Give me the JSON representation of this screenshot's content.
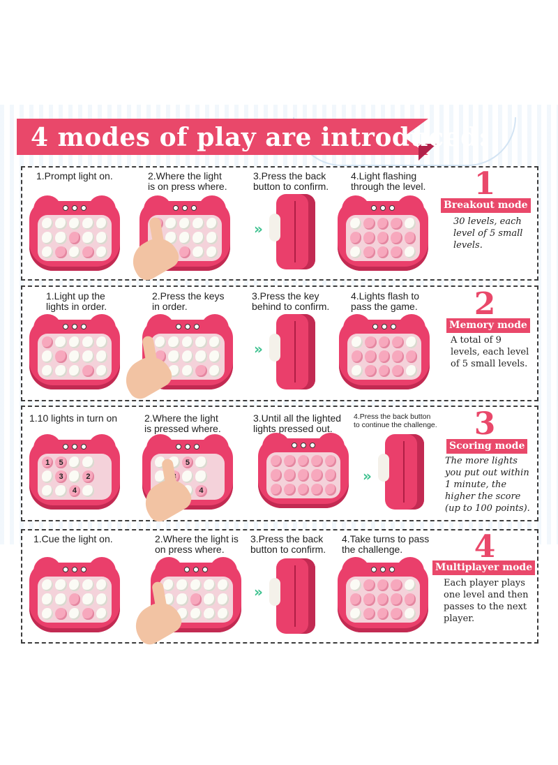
{
  "title": "4 modes of play are introduced:",
  "colors": {
    "accent": "#e9486a",
    "device": "#ea3f6b",
    "arrow": "#3ec18f"
  },
  "rows": [
    {
      "number": "1",
      "mode": "Breakout mode",
      "description": "30 levels, each level of 5 small levels.",
      "steps": [
        "1.Prompt light on.",
        "2.Where the light\nis on press where.",
        "3.Press the back\nbutton to confirm.",
        "4.Light flashing\nthrough the level."
      ]
    },
    {
      "number": "2",
      "mode": "Memory mode",
      "description": "A total of 9 levels, each level of 5 small levels.",
      "steps": [
        "1.Light up the\nlights in order.",
        "2.Press the keys\nin order.",
        "3.Press the key\nbehind to confirm.",
        "4.Lights flash to\npass the game."
      ]
    },
    {
      "number": "3",
      "mode": "Scoring mode",
      "description": "The more lights you put out within 1 minute, the higher the score (up to 100 points).",
      "steps": [
        "1.10 lights in turn on",
        "2.Where the light\nis pressed where.",
        "3.Until all the lighted\nlights pressed out.",
        "4.Press the back button\nto continue the challenge."
      ],
      "pad_numbers": [
        "1",
        "5",
        "3",
        "2",
        "4"
      ]
    },
    {
      "number": "4",
      "mode": "Multiplayer mode",
      "description": "Each player plays one level and then passes to the next player.",
      "steps": [
        "1.Cue the light on.",
        "2.Where the light is\non press where.",
        "3.Press the back\nbutton to confirm.",
        "4.Take turns to pass\nthe challenge."
      ]
    }
  ],
  "icons": {
    "arrow": "double-chevron-right-icon"
  }
}
